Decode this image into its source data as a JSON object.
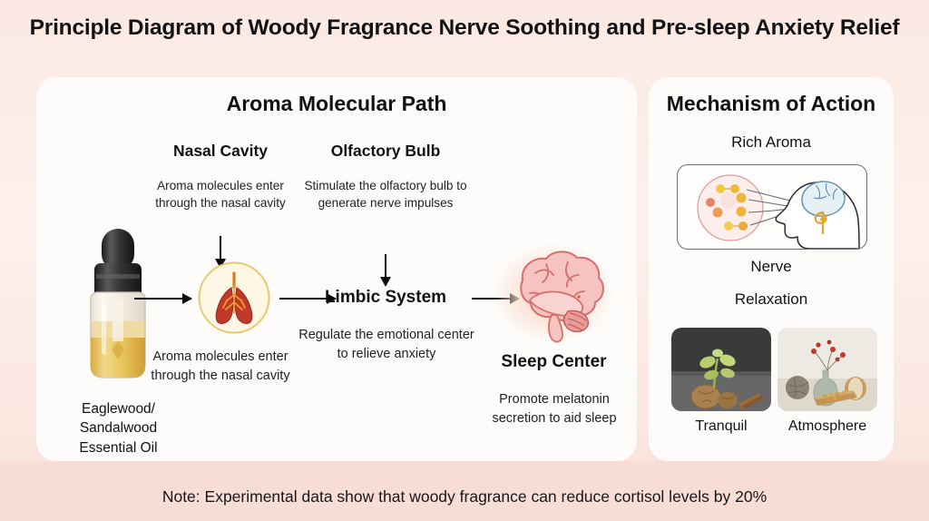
{
  "title": "Principle Diagram of Woody Fragrance Nerve Soothing and Pre-sleep Anxiety Relief",
  "left_panel": {
    "title": "Aroma Molecular Path",
    "source": {
      "icon": "essential-oil-dropper-bottle-icon",
      "caption": "Eaglewood/\nSandalwood\nEssential Oil",
      "caption_line1": "Eaglewood/",
      "caption_line2": "Sandalwood",
      "caption_line3": "Essential Oil"
    },
    "steps": [
      {
        "id": "nasal-cavity",
        "heading": "Nasal Cavity",
        "description": "Aroma molecules enter through the nasal cavity",
        "icon": "lungs-icon",
        "sub_description": "Aroma molecules enter through the nasal cavity"
      },
      {
        "id": "olfactory-bulb",
        "heading": "Olfactory Bulb",
        "description": "Stimulate the olfactory bulb to generate nerve impulses"
      },
      {
        "id": "limbic-system",
        "heading": "Limbic System",
        "description": "Regulate the emotional center to relieve anxiety"
      },
      {
        "id": "sleep-center",
        "heading": "Sleep Center",
        "description": "Promote melatonin secretion to aid sleep",
        "icon": "brain-icon"
      }
    ]
  },
  "right_panel": {
    "title": "Mechanism of Action",
    "rich_aroma_label": "Rich Aroma",
    "diagram_icon": "aroma-molecule-to-brain-diagram-icon",
    "nerve_label_line1": "Nerve",
    "nerve_label_line2": "Relaxation",
    "thumbnails": [
      {
        "caption": "Tranquil",
        "icon": "sprout-walnut-photo"
      },
      {
        "caption": "Atmosphere",
        "icon": "vase-berries-photo"
      }
    ]
  },
  "note": "Note: Experimental data show that woody fragrance can reduce cortisol levels by  20%",
  "colors": {
    "background_pink": "#fbe8e2",
    "panel_white": "#fdfcfa",
    "text_dark": "#131316",
    "oil_gold": "#e3b84a",
    "lung_red": "#c0392b",
    "brain_pink": "#f2b8b8"
  }
}
